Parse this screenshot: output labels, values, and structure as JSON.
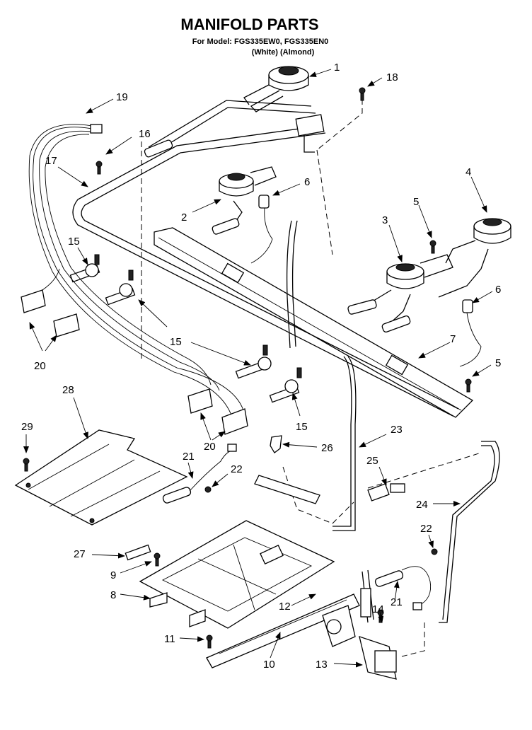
{
  "header": {
    "title": "MANIFOLD PARTS",
    "model_line": "For Model: FGS335EW0, FGS335EN0",
    "color_line": "(White)    (Almond)"
  },
  "callouts": [
    "1",
    "2",
    "3",
    "4",
    "5",
    "5",
    "6",
    "6",
    "7",
    "8",
    "9",
    "10",
    "11",
    "12",
    "13",
    "14",
    "15",
    "15",
    "15",
    "16",
    "17",
    "18",
    "19",
    "20",
    "20",
    "21",
    "21",
    "22",
    "22",
    "23",
    "24",
    "25",
    "26",
    "27",
    "28",
    "29"
  ],
  "icons": [
    "burner-icon",
    "screw-icon",
    "arrow-icon",
    "valve-icon",
    "bracket-icon",
    "tube-icon"
  ]
}
